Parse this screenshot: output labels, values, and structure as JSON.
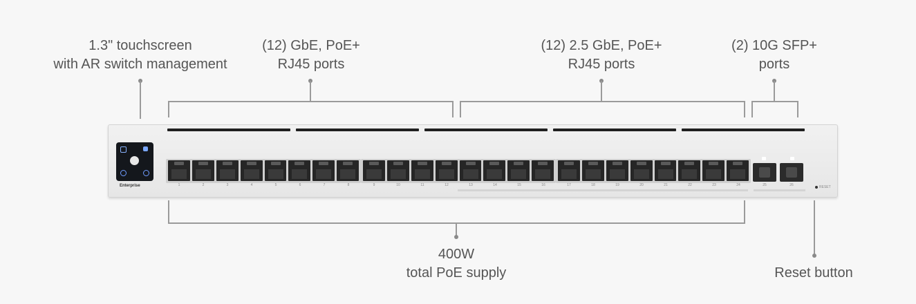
{
  "callouts": {
    "touchscreen": {
      "line1": "1.3\" touchscreen",
      "line2": "with AR switch management"
    },
    "gbe_ports": {
      "line1": "(12) GbE, PoE+",
      "line2": "RJ45 ports"
    },
    "ports_25gbe": {
      "line1": "(12) 2.5 GbE, PoE+",
      "line2": "RJ45 ports"
    },
    "sfp_ports": {
      "line1": "(2) 10G SFP+",
      "line2": "ports"
    },
    "poe_supply": {
      "line1": "400W",
      "line2": "total PoE supply"
    },
    "reset": {
      "line1": "Reset button"
    }
  },
  "device": {
    "brand": "Enterprise",
    "reset_label": "RESET",
    "rj45_port_labels": [
      "1",
      "2",
      "3",
      "4",
      "5",
      "6",
      "7",
      "8",
      "9",
      "10",
      "11",
      "12",
      "13",
      "14",
      "15",
      "16",
      "17",
      "18",
      "19",
      "20",
      "21",
      "22",
      "23",
      "24"
    ],
    "sfp_port_labels": [
      "25",
      "26"
    ]
  },
  "colors": {
    "background": "#f7f7f7",
    "chassis": "#e9e9e9",
    "port": "#262626",
    "screen": "#14171c",
    "callout_text": "#555555",
    "line": "#9a9a9a"
  }
}
